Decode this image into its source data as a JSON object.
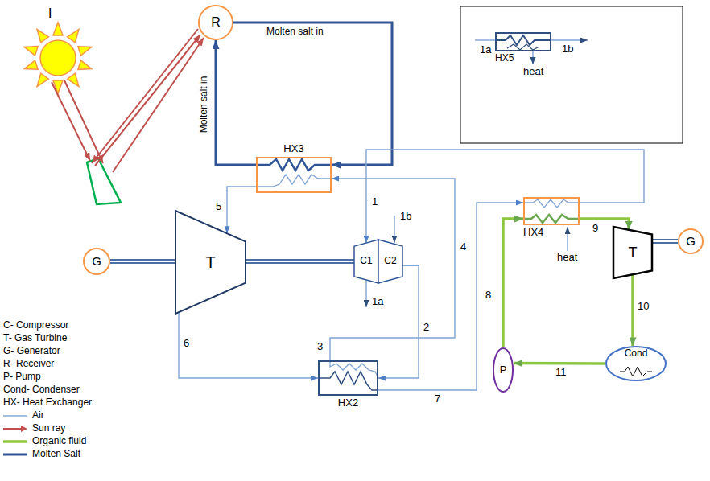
{
  "diagram": {
    "nodes": [
      {
        "text": [
          "R"
        ]
      },
      {
        "text": [
          "HX5"
        ]
      },
      {
        "text": [
          "HX3"
        ]
      },
      {
        "text": [
          "HX4"
        ]
      },
      {
        "text": [
          "G"
        ]
      },
      {
        "text": [
          "T"
        ]
      },
      {
        "text": [
          "C1"
        ]
      },
      {
        "text": [
          "C2"
        ]
      },
      {
        "text": [
          "T"
        ]
      },
      {
        "text": [
          "G"
        ]
      },
      {
        "text": [
          "HX2"
        ]
      },
      {
        "text": [
          "P"
        ]
      },
      {
        "text": [
          "Cond"
        ]
      }
    ],
    "edges": [
      {
        "from": 0,
        "to": 2,
        "arrow": "to",
        "label": "Molten salt in"
      },
      {
        "from": 2,
        "to": 0,
        "arrow": "to",
        "label": "Molten salt in"
      },
      {
        "from": 2,
        "to": 5,
        "arrow": "to"
      },
      {
        "from": 5,
        "to": 10,
        "arrow": "to"
      },
      {
        "from": 10,
        "to": 2,
        "arrow": "to"
      },
      {
        "from": 7,
        "to": 10,
        "arrow": "to"
      },
      {
        "from": 3,
        "to": 6,
        "arrow": "to"
      },
      {
        "from": 10,
        "to": 3,
        "arrow": "to"
      },
      {
        "from": 3,
        "to": 8,
        "arrow": "to"
      },
      {
        "from": 8,
        "to": 12,
        "arrow": "to"
      },
      {
        "from": 12,
        "to": 11,
        "arrow": "to"
      },
      {
        "from": 11,
        "to": 3,
        "arrow": "to"
      },
      {
        "from": 4,
        "to": 5,
        "arrow": "none"
      },
      {
        "from": 5,
        "to": 6,
        "arrow": "none"
      },
      {
        "from": 8,
        "to": 9,
        "arrow": "none"
      }
    ],
    "labels": [
      "I",
      "1",
      "1a",
      "1b",
      "2",
      "3",
      "4",
      "5",
      "6",
      "7",
      "8",
      "9",
      "10",
      "11",
      "heat",
      "1a",
      "1b",
      "heat"
    ],
    "legend": [
      {
        "text": "C- Compressor"
      },
      {
        "text": "T- Gas Turbine"
      },
      {
        "text": "G- Generator"
      },
      {
        "text": "R- Receiver"
      },
      {
        "text": "P- Pump"
      },
      {
        "text": "Cond- Condenser"
      },
      {
        "text": "HX- Heat Exchanger"
      },
      {
        "text": "Air"
      },
      {
        "text": "Sun ray"
      },
      {
        "text": "Organic fluid"
      },
      {
        "text": "Molten Salt"
      }
    ]
  }
}
